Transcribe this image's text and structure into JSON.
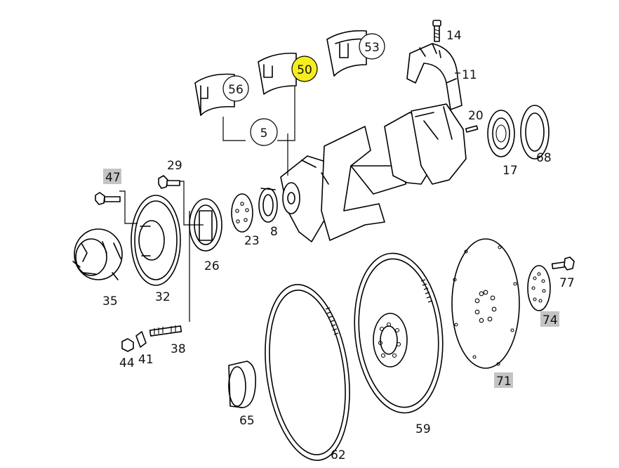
{
  "colors": {
    "highlight": "#f5ee1e",
    "gray_tag": "#c4c4c4",
    "line": "#000000",
    "background": "#ffffff"
  },
  "labels": {
    "p14": "14",
    "p11": "11",
    "p20": "20",
    "p17": "17",
    "p68": "68",
    "p53": "53",
    "p50": "50",
    "p56": "56",
    "p5": "5",
    "p29": "29",
    "p47": "47",
    "p23": "23",
    "p8": "8",
    "p26": "26",
    "p35": "35",
    "p32": "32",
    "p38": "38",
    "p44": "44",
    "p41": "41",
    "p77": "77",
    "p74": "74",
    "p71": "71",
    "p65": "65",
    "p62": "62",
    "p59": "59"
  }
}
